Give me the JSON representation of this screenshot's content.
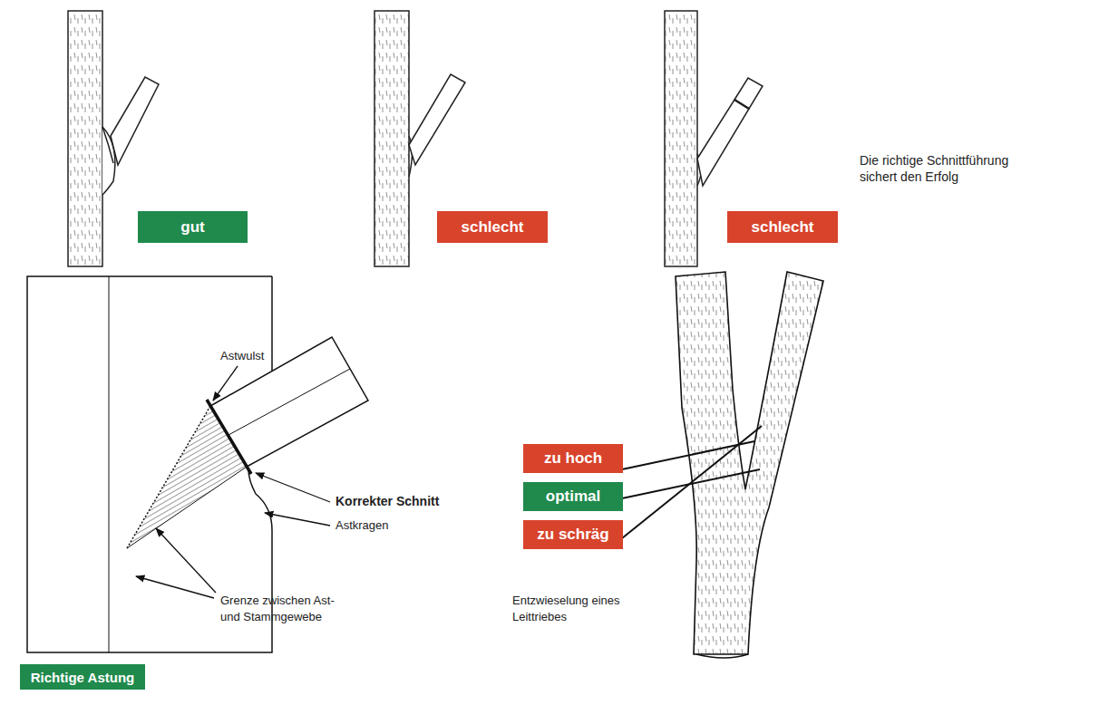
{
  "diagram": {
    "nodes": [
      {
        "text": [
          "gut"
        ]
      },
      {
        "text": [
          "schlecht"
        ]
      },
      {
        "text": [
          "schlecht"
        ]
      },
      {
        "text": [
          "zu hoch"
        ]
      },
      {
        "text": [
          "optimal"
        ]
      },
      {
        "text": [
          "zu schräg"
        ]
      },
      {
        "text": [
          "Richtige Astung"
        ]
      }
    ],
    "labels": [
      "Die richtige Schnittführung sichert den Erfolg",
      "Astwulst",
      "Korrekter Schnitt",
      "Astkragen",
      "Grenze zwischen Ast- und Stammgewebe",
      "Entzwieselung eines Leittriebes"
    ]
  }
}
